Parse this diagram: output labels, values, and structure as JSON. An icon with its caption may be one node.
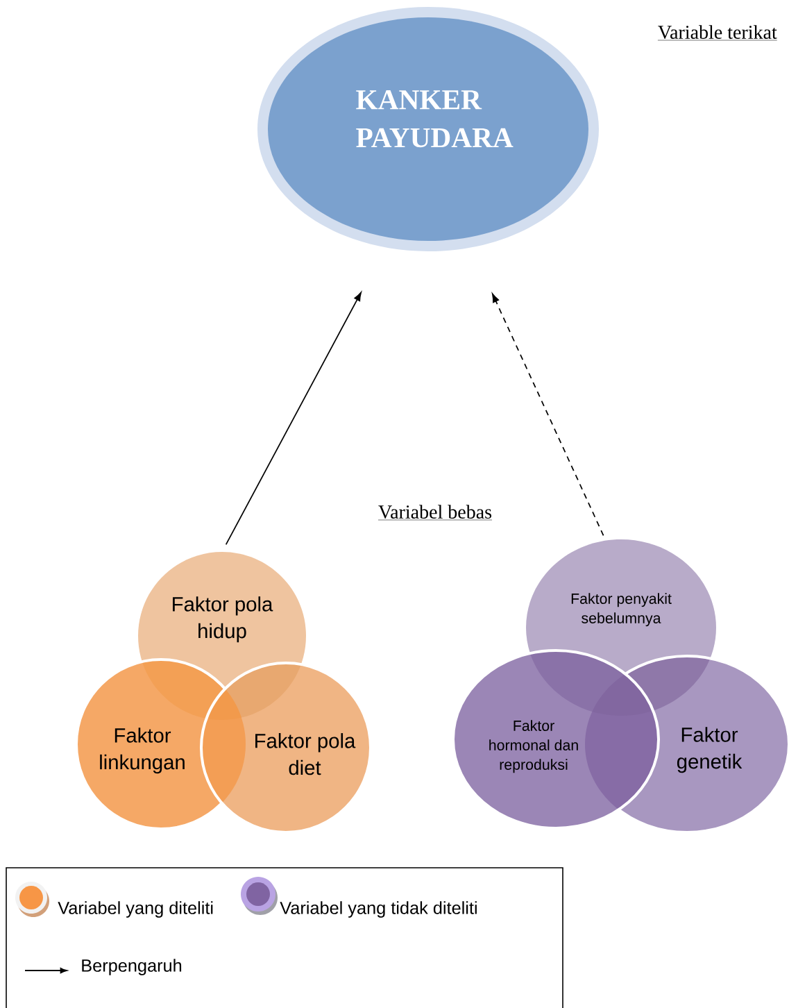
{
  "diagram": {
    "nodes": [
      {
        "text": [
          "KANKER PAYUDARA"
        ]
      },
      {
        "text": [
          "Faktor pola hidup"
        ]
      },
      {
        "text": [
          "Faktor linkungan"
        ]
      },
      {
        "text": [
          "Faktor pola diet"
        ]
      },
      {
        "text": [
          "Faktor penyakit sebelumnya"
        ]
      },
      {
        "text": [
          "Faktor hormonal dan reproduksi"
        ]
      },
      {
        "text": [
          "Faktor genetik"
        ]
      }
    ],
    "edges": [
      {
        "from": 1,
        "to": 0,
        "arrow": "to"
      },
      {
        "from": 4,
        "to": 0,
        "arrow": "to",
        "style": "dashed"
      }
    ],
    "labels": [
      "Variable terikat",
      "Variabel bebas"
    ],
    "legend": [
      {
        "text": "Variabel yang diteliti",
        "color": "#f79646"
      },
      {
        "text": "Variabel yang tidak diteliti",
        "color": "#8064a2"
      },
      {
        "text": "Berpengaruh"
      }
    ]
  }
}
